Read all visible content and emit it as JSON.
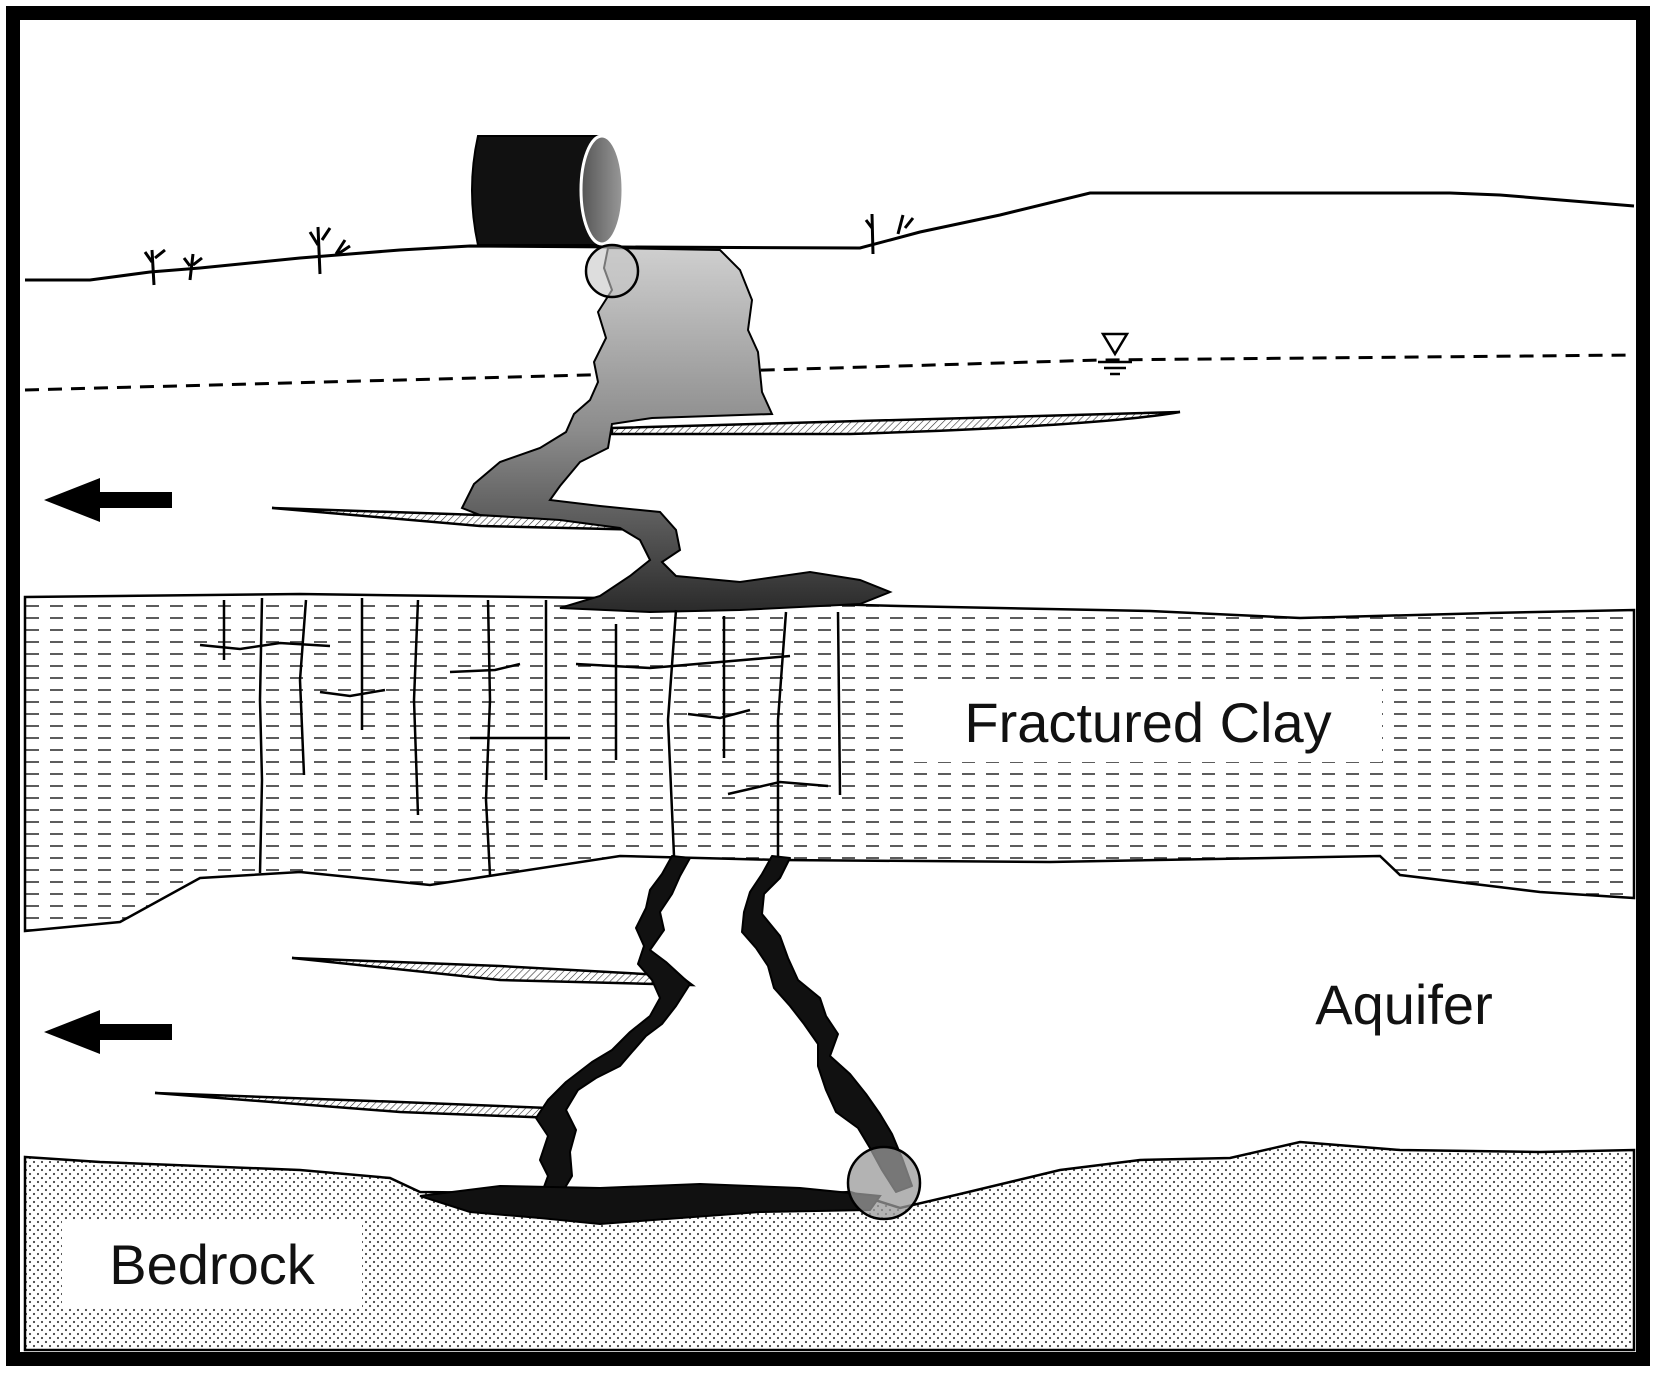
{
  "labels": {
    "fractured_clay": "Fractured Clay",
    "aquifer": "Aquifer",
    "bedrock": "Bedrock"
  },
  "icons": {
    "drum": "drum-icon",
    "water_table": "water-table-symbol-icon",
    "flow_arrow": "left-arrow-icon",
    "grass": "grass-tuft-icon",
    "magnifier": "circle-highlight-icon"
  },
  "colors": {
    "ink": "#111111",
    "plume_light": "#c2c2c2",
    "plume_mid": "#8a8a8a",
    "plume_dark": "#1a1a1a",
    "background": "#ffffff"
  }
}
